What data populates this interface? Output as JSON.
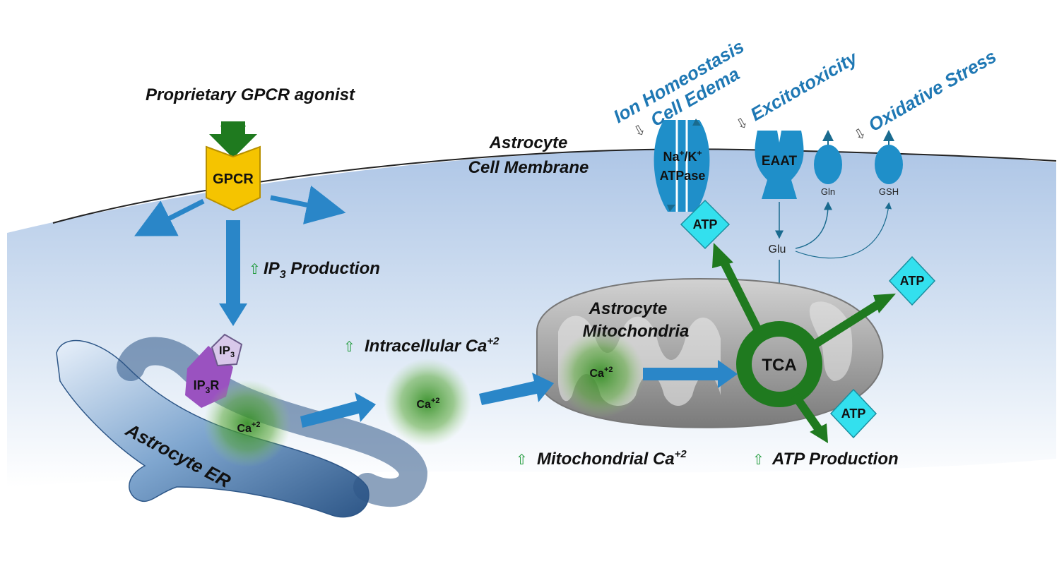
{
  "labels": {
    "agonist": "Proprietary GPCR agonist",
    "gpcr": "GPCR",
    "ip3_production": "IP",
    "ip3_production_sub": "3",
    "ip3_production_rest": " Production",
    "membrane_l1": "Astrocyte",
    "membrane_l2": "Cell Membrane",
    "ion_homeostasis": "Ion Homeostasis",
    "cell_edema": "Cell Edema",
    "excitotoxicity": "Excitotoxicity",
    "oxidative_stress": "Oxidative Stress",
    "atpase_l1": "Na",
    "atpase_l1_k": "/K",
    "atpase_l2": "ATPase",
    "eaat": "EAAT",
    "gln": "Gln",
    "gsh": "GSH",
    "glu": "Glu",
    "atp": "ATP",
    "ip3": "IP",
    "ip3_sub": "3",
    "ip3r": "IP",
    "ip3r_sub": "3",
    "ip3r_rest": "R",
    "ca": "Ca",
    "ca_sup": "+2",
    "intracellular_ca": "Intracellular Ca",
    "mito_l1": "Astrocyte",
    "mito_l2": "Mitochondria",
    "tca": "TCA",
    "er": "Astrocyte ER",
    "mito_ca": "Mitochondrial Ca",
    "atp_production": "ATP Production",
    "up_arrow": "⇧",
    "down_arrow": "⇩",
    "plus": "+"
  },
  "colors": {
    "cell_fill": "#c9d9ee",
    "blue_arrow": "#2a86c8",
    "green_arrow": "#1f7a1f",
    "gpcr_yellow": "#f5c400",
    "atp_cyan": "#33e0ee",
    "ip3r_purple": "#9a52c0",
    "ip3_lavender": "#d8c8ea",
    "text_blue": "#1f78b4"
  }
}
